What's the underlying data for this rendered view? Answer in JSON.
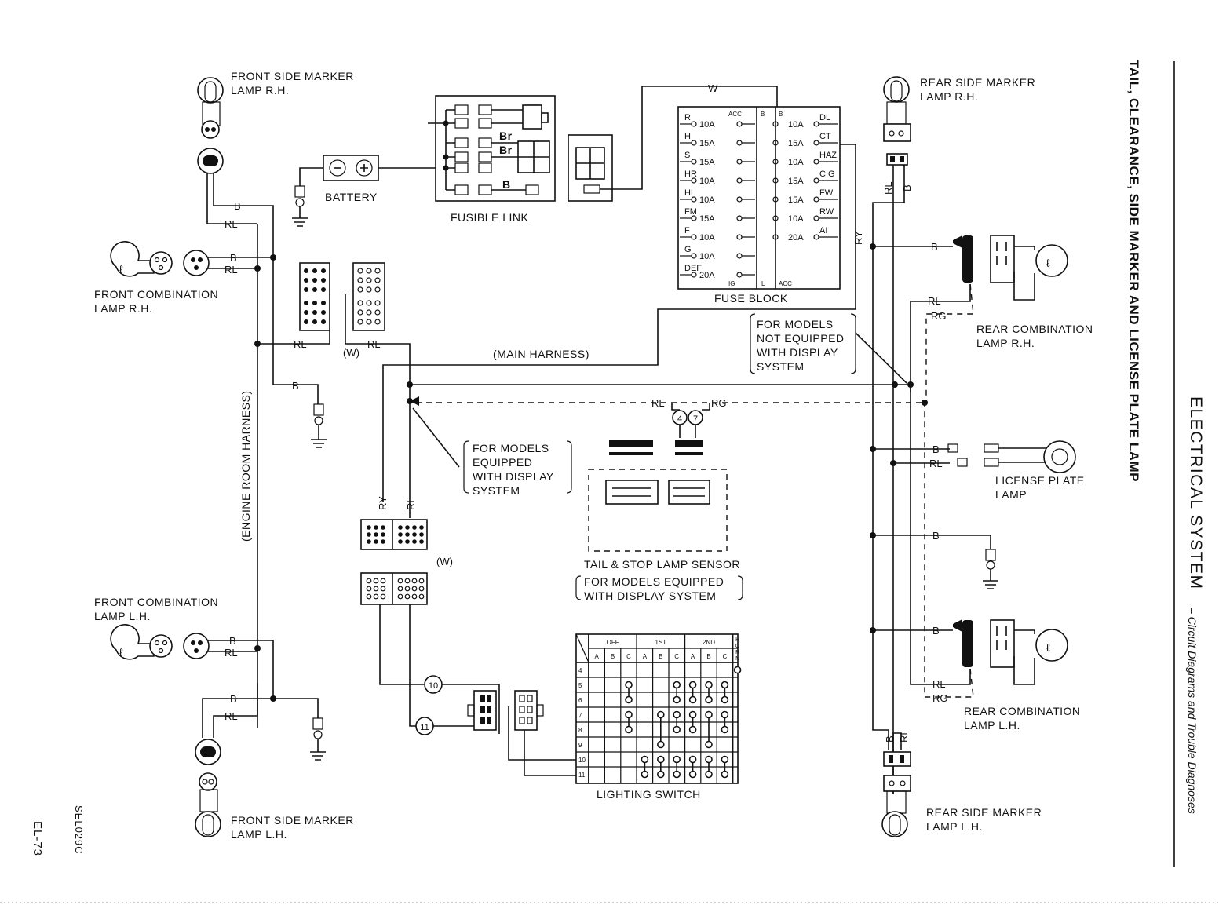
{
  "header": {
    "title": "TAIL, CLEARANCE, SIDE MARKER AND LICENSE PLATE LAMP",
    "section": "ELECTRICAL SYSTEM",
    "subtitle": "– Circuit Diagrams and Trouble Diagnoses"
  },
  "footer": {
    "page": "EL-73",
    "code": "SEL029C"
  },
  "components": {
    "front_side_marker_rh": "FRONT SIDE MARKER\nLAMP R.H.",
    "front_combination_rh": "FRONT COMBINATION\nLAMP R.H.",
    "front_combination_lh": "FRONT COMBINATION\nLAMP L.H.",
    "front_side_marker_lh": "FRONT SIDE MARKER\nLAMP L.H.",
    "battery": "BATTERY",
    "fusible_link": "FUSIBLE LINK",
    "fuse_block": "FUSE BLOCK",
    "rear_side_marker_rh": "REAR SIDE MARKER\nLAMP R.H.",
    "rear_combination_rh": "REAR COMBINATION\nLAMP R.H.",
    "license_plate": "LICENSE PLATE\nLAMP",
    "rear_combination_lh": "REAR COMBINATION\nLAMP L.H.",
    "rear_side_marker_lh": "REAR SIDE MARKER\nLAMP L.H.",
    "tail_stop_sensor": "TAIL & STOP LAMP SENSOR",
    "tail_stop_sensor_note": "FOR MODELS EQUIPPED\nWITH DISPLAY SYSTEM",
    "lighting_switch": "LIGHTING SWITCH"
  },
  "notes": {
    "not_equipped": "FOR MODELS\nNOT EQUIPPED\nWITH DISPLAY\nSYSTEM",
    "equipped": "FOR MODELS\nEQUIPPED\nWITH DISPLAY\nSYSTEM"
  },
  "harness": {
    "main": "(MAIN HARNESS)",
    "engine_room": "(ENGINE ROOM HARNESS)",
    "w1": "(W)",
    "w2": "(W)"
  },
  "wires": {
    "B": "B",
    "RL": "RL",
    "RG": "RG",
    "RY": "RY",
    "W": "W",
    "Br": "Br"
  },
  "connector_numbers": [
    "4",
    "7",
    "10",
    "11"
  ],
  "fuse_block": {
    "top_labels": [
      "ACC",
      "B",
      "B"
    ],
    "bottom_labels": [
      "IG",
      "L",
      "ACC"
    ],
    "left": [
      {
        "code": "R",
        "rating": "10A"
      },
      {
        "code": "H",
        "rating": "15A"
      },
      {
        "code": "S",
        "rating": "15A"
      },
      {
        "code": "HR",
        "rating": "10A"
      },
      {
        "code": "HL",
        "rating": "10A"
      },
      {
        "code": "FM",
        "rating": "15A"
      },
      {
        "code": "F",
        "rating": "10A"
      },
      {
        "code": "G",
        "rating": "10A"
      },
      {
        "code": "DEF",
        "rating": "20A"
      }
    ],
    "right": [
      {
        "code": "DL",
        "rating": "10A"
      },
      {
        "code": "CT",
        "rating": "15A"
      },
      {
        "code": "HAZ",
        "rating": "10A"
      },
      {
        "code": "CIG",
        "rating": "15A"
      },
      {
        "code": "FW",
        "rating": "15A"
      },
      {
        "code": "RW",
        "rating": "10A"
      },
      {
        "code": "AI",
        "rating": "20A"
      }
    ]
  },
  "lighting_switch_table": {
    "positions": [
      "OFF",
      "1ST",
      "2ND",
      "HORN"
    ],
    "columns": [
      "A",
      "B",
      "C",
      "A",
      "B",
      "C",
      "A",
      "B",
      "C"
    ],
    "rows": [
      "4",
      "5",
      "6",
      "7",
      "8",
      "9",
      "10",
      "11"
    ]
  }
}
